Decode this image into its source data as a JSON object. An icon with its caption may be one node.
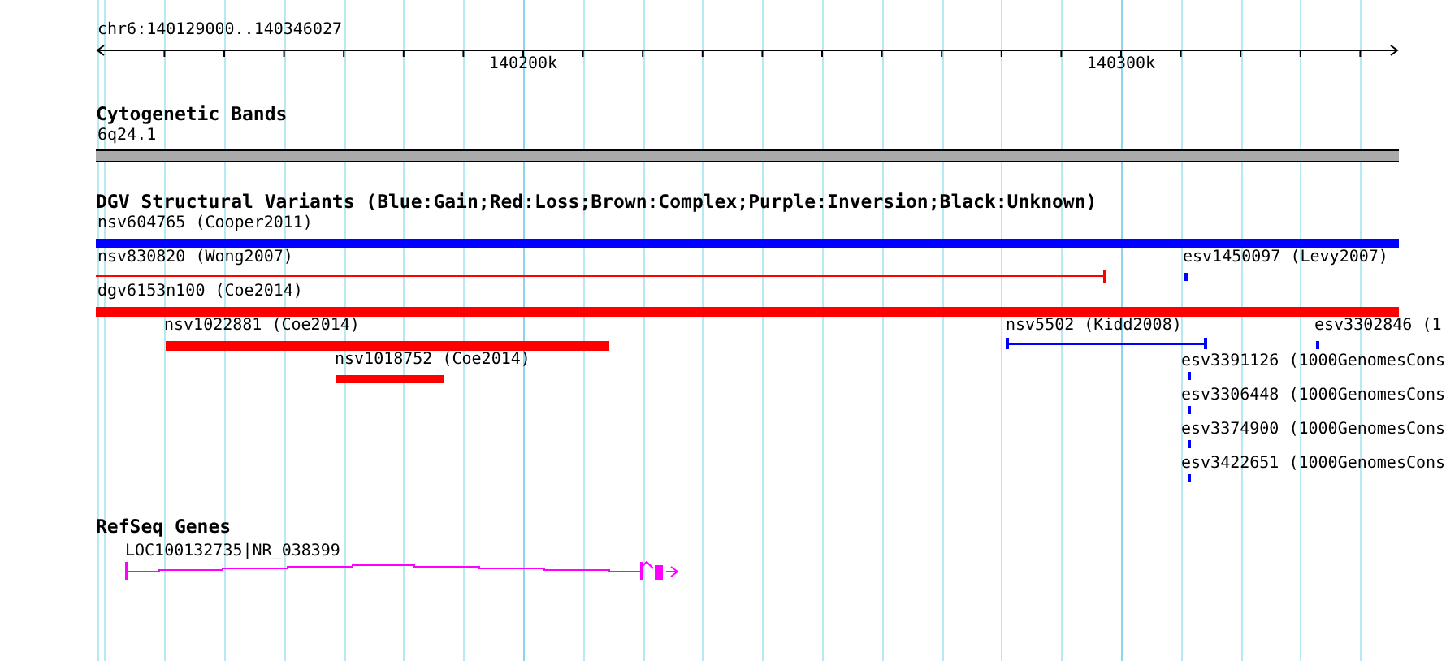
{
  "diagram": {
    "labels": [
      "chr6:140129000..140346027",
      "140200k",
      "140300k",
      "Cytogenetic Bands",
      "6q24.1",
      "DGV Structural Variants (Blue:Gain;Red:Loss;Brown:Complex;Purple:Inversion;Black:Unknown)",
      "nsv604765 (Cooper2011)",
      "nsv830820 (Wong2007)",
      "esv1450097 (Levy2007)",
      "dgv6153n100 (Coe2014)",
      "nsv1022881 (Coe2014)",
      "nsv5502 (Kidd2008)",
      "esv3302846 (1",
      "nsv1018752 (Coe2014)",
      "esv3391126 (1000GenomesCons",
      "esv3306448 (1000GenomesCons",
      "esv3374900 (1000GenomesCons",
      "esv3422651 (1000GenomesCons",
      "RefSeq Genes",
      "LOC100132735|NR_038399"
    ]
  }
}
